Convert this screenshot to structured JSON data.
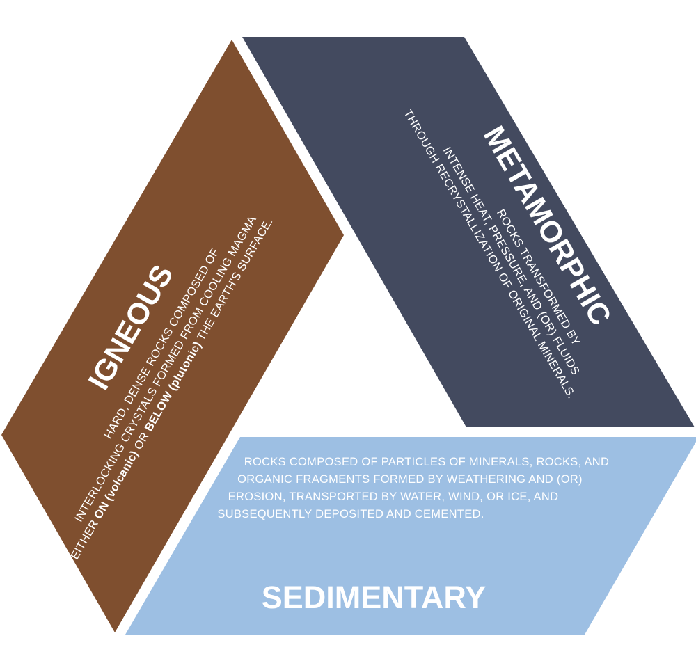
{
  "colors": {
    "igneous": "#7f4f2f",
    "metamorphic": "#434a5f",
    "sedimentary": "#9dbfe3",
    "text": "#ffffff",
    "background": "#ffffff"
  },
  "igneous": {
    "title": "IGNEOUS",
    "line1": "HARD, DENSE ROCKS COMPOSED OF",
    "line2": "INTERLOCKING CRYSTALS FORMED FROM COOLING MAGMA",
    "line3_prefix": "EITHER ",
    "line3_on": "ON (volcanic)",
    "line3_mid": " OR ",
    "line3_below": "BELOW (plutonic)",
    "line3_suffix": " THE EARTH'S SURFACE."
  },
  "metamorphic": {
    "title": "METAMORPHIC",
    "line1": "ROCKS TRANSFORMED BY",
    "line2": "INTENSE HEAT, PRESSURE, AND (OR) FLUIDS",
    "line3": "THROUGH RECRYSTALLIZATION OF ORIGINAL MINERALS."
  },
  "sedimentary": {
    "title": "SEDIMENTARY",
    "line1": "ROCKS COMPOSED OF PARTICLES OF MINERALS, ROCKS, AND",
    "line2": "ORGANIC FRAGMENTS FORMED BY WEATHERING AND (OR)",
    "line3": "EROSION, TRANSPORTED BY WATER, WIND, OR ICE, AND",
    "line4": "SUBSEQUENTLY DEPOSITED AND CEMENTED."
  }
}
